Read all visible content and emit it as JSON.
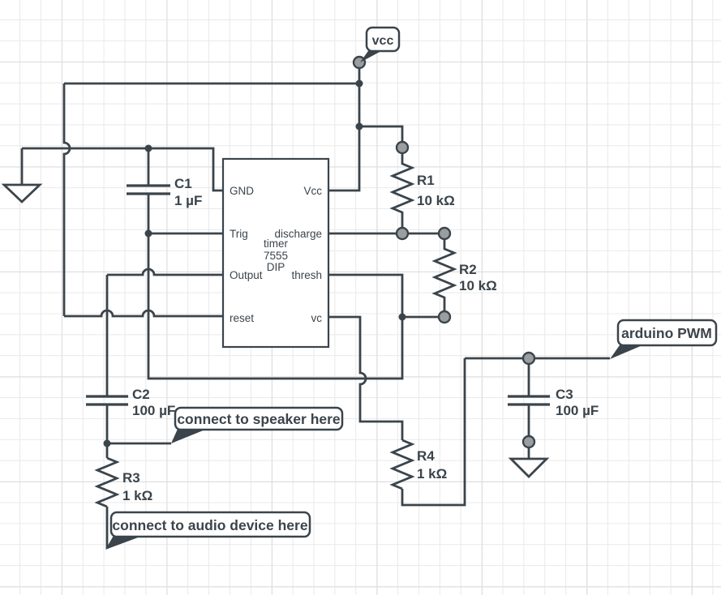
{
  "app": {
    "kind": "circuit schematic canvas"
  },
  "colors": {
    "wire": "#3b444b",
    "node_fill": "#9b9ea0",
    "background": "#ffffff",
    "grid_minor": "#e9e9e9",
    "grid_major": "#dedede"
  },
  "ic": {
    "label_top": "timer",
    "label_mid": "7555",
    "label_bottom": "DIP",
    "pins_left": [
      "GND",
      "Trig",
      "Output",
      "reset"
    ],
    "pins_right": [
      "Vcc",
      "discharge",
      "thresh",
      "vc"
    ]
  },
  "components": {
    "C1": {
      "ref": "C1",
      "value": "1 µF"
    },
    "C2": {
      "ref": "C2",
      "value": "100 µF"
    },
    "C3": {
      "ref": "C3",
      "value": "100 µF"
    },
    "R1": {
      "ref": "R1",
      "value": "10 kΩ"
    },
    "R2": {
      "ref": "R2",
      "value": "10 kΩ"
    },
    "R3": {
      "ref": "R3",
      "value": "1 kΩ"
    },
    "R4": {
      "ref": "R4",
      "value": "1 kΩ"
    }
  },
  "flags": {
    "vcc": {
      "label": "vcc"
    },
    "arduino_pwm": {
      "label": "arduino PWM"
    },
    "speaker": {
      "label": "connect to speaker here"
    },
    "audio": {
      "label": "connect to audio device here"
    }
  }
}
